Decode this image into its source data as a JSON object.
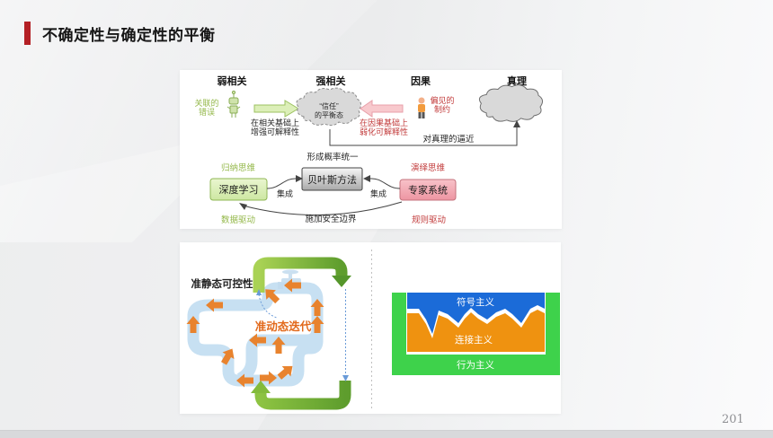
{
  "slide": {
    "title": "不确定性与确定性的平衡",
    "page_number": "201"
  },
  "colors": {
    "accent_red": "#b42025",
    "olive_green_text": "#94b84a",
    "red_text": "#c23b3b",
    "orange_arrow": "#e8832e",
    "pipe_blue": "#c7e0f2",
    "elbow_green": "#7fb63c",
    "block_blue": "#1b6bd8",
    "block_orange": "#ef9210",
    "container_green": "#3ed24b"
  },
  "balance_diagram": {
    "stages": [
      "弱相关",
      "强相关",
      "因果",
      "真理"
    ],
    "association_error": [
      "关联的",
      "错误"
    ],
    "green_arrow_caption": [
      "在相关基础上",
      "增强可解释性"
    ],
    "trust_cloud": [
      "“信任”",
      "的平衡态"
    ],
    "red_arrow_caption": [
      "在因果基础上",
      "弱化可解释性"
    ],
    "bias_constraint": [
      "偏见的",
      "制约"
    ],
    "truth_approach": "对真理的逼近",
    "probability_unification": "形成概率统一",
    "inductive_thinking": "归纳思维",
    "deductive_thinking": "演绎思维",
    "deep_learning": "深度学习",
    "bayesian_method": "贝叶斯方法",
    "expert_system": "专家系统",
    "integrate_left": "集成",
    "integrate_right": "集成",
    "data_driven": "数据驱动",
    "rule_driven": "规则驱动",
    "safety_boundary": "施加安全边界"
  },
  "iteration_diagram": {
    "quasi_static_label": "准静态可控性",
    "quasi_dynamic_label": "准动态迭代"
  },
  "paradigm_diagram": {
    "symbolism": "符号主义",
    "connectionism": "连接主义",
    "behaviorism": "行为主义"
  }
}
